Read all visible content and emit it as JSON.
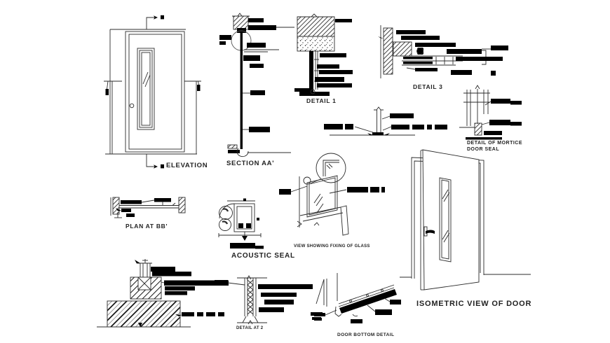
{
  "colors": {
    "background": "#ffffff",
    "ink": "#2b2b2b",
    "annotation": "#000000"
  },
  "views": {
    "elevation": {
      "label": "ELEVATION"
    },
    "section_aa": {
      "label": "SECTION AA'"
    },
    "detail_1": {
      "label": "DETAIL 1"
    },
    "detail_3": {
      "label": "DETAIL 3"
    },
    "mortice_door_seal": {
      "label_line1": "DETAIL OF MORTICE",
      "label_line2": "DOOR SEAL"
    },
    "plan_bb": {
      "label": "PLAN AT BB'"
    },
    "acoustic_seal": {
      "label": "ACOUSTIC SEAL"
    },
    "glass_fixing": {
      "label": "VIEW SHOWING FIXING OF GLASS"
    },
    "isometric_door": {
      "label": "ISOMETRIC VIEW OF DOOR"
    },
    "detail_at_2": {
      "label": "DETAIL AT 2"
    },
    "door_bottom": {
      "label": "DOOR BOTTOM DETAIL"
    }
  }
}
